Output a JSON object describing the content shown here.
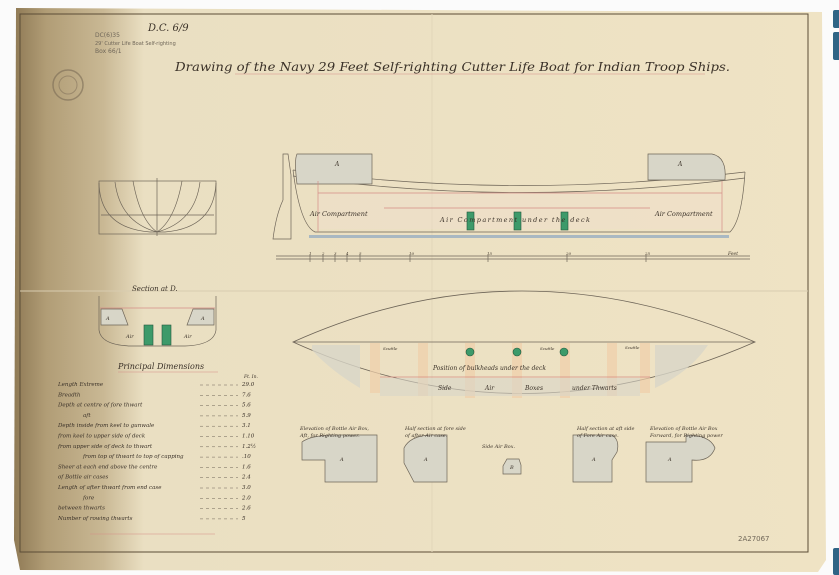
{
  "title": "Drawing of the Navy 29 Feet Self-righting Cutter Life Boat for Indian Troop Ships.",
  "catalogue_note": [
    "DC(6)35",
    "29' Cutter Life Boat Self-righting",
    "Box 66/1"
  ],
  "reference_mark": "D.C. 6/9",
  "views": {
    "section_title": "Section at D.",
    "side_labels": [
      "Air Compartment",
      "Air Compartment under the deck",
      "Air Compartment"
    ],
    "side_box_label": "A",
    "plan_labels": [
      "Position of bulkheads under the deck",
      "Side",
      "Air",
      "Boxes",
      "under Thwarts"
    ],
    "plan_small_labels": [
      "Scuttle",
      "Scuttle",
      "Scuttle"
    ],
    "section_labels": [
      "A",
      "A",
      "Air",
      "Air"
    ]
  },
  "scale": {
    "ticks": [
      "1",
      "2",
      "3",
      "4",
      "5",
      "10",
      "15",
      "20",
      "25"
    ],
    "unit": "Feet"
  },
  "dimensions": {
    "heading": "Principal Dimensions",
    "unit_header": "Ft. In.",
    "rows": [
      {
        "label": "Length Extreme",
        "value": "29.0"
      },
      {
        "label": "Breadth",
        "value": "7.6"
      },
      {
        "label": "Depth at centre of fore thwart",
        "value": "5.6"
      },
      {
        "label": "aft",
        "value": "5.9"
      },
      {
        "label": "Depth inside from keel to gunwale",
        "value": "3.1"
      },
      {
        "label": "from keel to upper side of deck",
        "value": "1.10"
      },
      {
        "label": "from upper side of deck to thwart",
        "value": "1.2½"
      },
      {
        "label": "from top of thwart to top of capping",
        "value": ".10"
      },
      {
        "label": "Sheer at each end above the centre",
        "value": "1.6"
      },
      {
        "label": "of Bottle air cases",
        "value": "2.4"
      },
      {
        "label": "Length of after thwart from end case",
        "value": "3.0"
      },
      {
        "label": "fore",
        "value": "2.0"
      },
      {
        "label": "between thwarts",
        "value": "2.6"
      },
      {
        "label": "Number of rowing thwarts",
        "value": "5"
      }
    ]
  },
  "air_boxes": [
    {
      "caption": "Elevation of Bottle Air Box, Aft, for Righting power.",
      "mark": "A"
    },
    {
      "caption": "Half section at fore side of after Air case.",
      "mark": "A"
    },
    {
      "caption": "Side Air Box.",
      "mark": "B"
    },
    {
      "caption": "Half section at aft side of Fore Air case.",
      "mark": "A"
    },
    {
      "caption": "Elevation of Bottle Air Box Forward, for Righting power",
      "mark": "A"
    }
  ],
  "stamp_number": "2A27067",
  "colors": {
    "paper": "#efe3c4",
    "ink": "#3a3128",
    "red_line": "#d58d86",
    "green": "#3d9a6a",
    "tab": "#2f6485"
  }
}
